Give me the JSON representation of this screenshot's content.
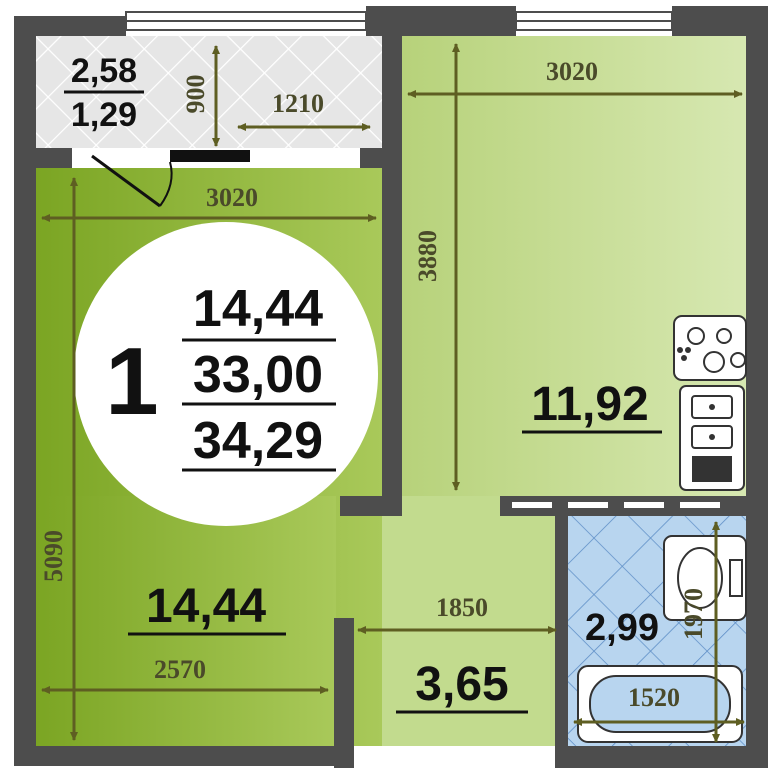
{
  "plan": {
    "rooms_count": "1",
    "summary": {
      "living_area": "14,44",
      "total_area": "33,00",
      "total_area_with_balcony": "34,29"
    },
    "balcony": {
      "area": "2,58",
      "reduced_area": "1,29",
      "width_dim": "1210",
      "depth_dim": "900"
    },
    "bedroom": {
      "area": "14,44",
      "top_dim": "3020",
      "left_dim": "5090",
      "bottom_dim": "2570"
    },
    "kitchen": {
      "area": "11,92",
      "top_dim": "3020",
      "left_dim": "3880"
    },
    "hall": {
      "area": "3,65",
      "width_dim": "1850"
    },
    "bathroom": {
      "area": "2,99",
      "width_dim": "1520",
      "height_dim": "1970"
    }
  },
  "colors": {
    "wall": "#4d4d4d",
    "room_green_dark": "#7ea821",
    "room_green_light": "#cfe3a4",
    "bathroom_blue": "#b6d4ee",
    "balcony_grey": "#e2e2e2",
    "dimension_line": "#5e5e22"
  }
}
